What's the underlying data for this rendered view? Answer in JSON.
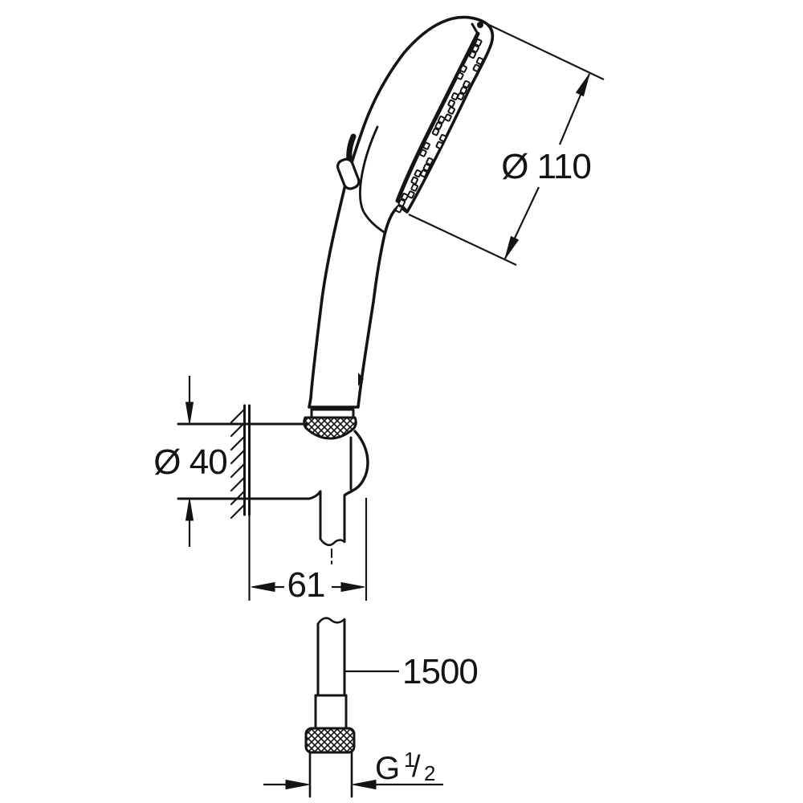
{
  "drawing": {
    "description": "technical dimension drawing of hand shower with wall holder and hose",
    "colors": {
      "background": "#ffffff",
      "line": "#141414"
    },
    "labels": {
      "head_diameter": "Ø 110",
      "holder_diameter": "Ø 40",
      "holder_depth": "61",
      "hose_length": "1500",
      "thread": {
        "prefix": "G",
        "numerator": "1",
        "slash": "/",
        "denominator": "2"
      }
    }
  }
}
